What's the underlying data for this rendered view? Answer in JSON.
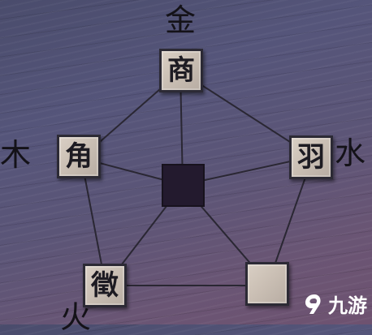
{
  "puzzle": {
    "tiles": {
      "top": "商",
      "left": "角",
      "right": "羽",
      "bottom_left": "徵",
      "bottom_right": ""
    },
    "elements": {
      "top": "金",
      "left": "木",
      "right": "水",
      "bottom_left": "火"
    }
  },
  "watermark": {
    "text": "九游",
    "icon": "jiuyou-logo-icon"
  },
  "colors": {
    "line": "#2a2733",
    "tile": "#cfc4b9",
    "center": "#231a2e"
  }
}
